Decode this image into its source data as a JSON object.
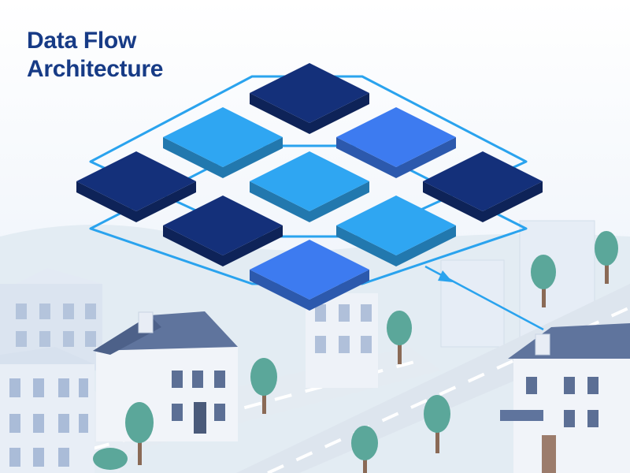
{
  "title": {
    "line1": "Data Flow",
    "line2": "Architecture"
  },
  "colors": {
    "title": "#173b86",
    "tile_dark": "#14307a",
    "tile_medium": "#3d7bf0",
    "tile_light": "#2fa6f2",
    "connector": "#2aa3ee",
    "sky": "#eef4fb",
    "building": "#dde6f2",
    "roof": "#5f749d",
    "tree": "#5ba79a",
    "road": "#dfe6ef"
  },
  "diagram": {
    "grid": "3x3 isometric tile grid",
    "tiles": [
      {
        "row": 0,
        "col": 0,
        "shade": "dark"
      },
      {
        "row": 0,
        "col": 1,
        "shade": "medium"
      },
      {
        "row": 0,
        "col": 2,
        "shade": "dark"
      },
      {
        "row": 1,
        "col": 0,
        "shade": "light"
      },
      {
        "row": 1,
        "col": 1,
        "shade": "light"
      },
      {
        "row": 1,
        "col": 2,
        "shade": "light"
      },
      {
        "row": 2,
        "col": 0,
        "shade": "dark"
      },
      {
        "row": 2,
        "col": 1,
        "shade": "dark"
      },
      {
        "row": 2,
        "col": 2,
        "shade": "medium"
      }
    ],
    "connector": {
      "from_tile": {
        "row": 1,
        "col": 2
      },
      "to": "house-right",
      "arrow": true
    }
  },
  "icons": [
    "tree-icon",
    "house-icon",
    "chimney-icon",
    "road",
    "arrow-icon"
  ]
}
